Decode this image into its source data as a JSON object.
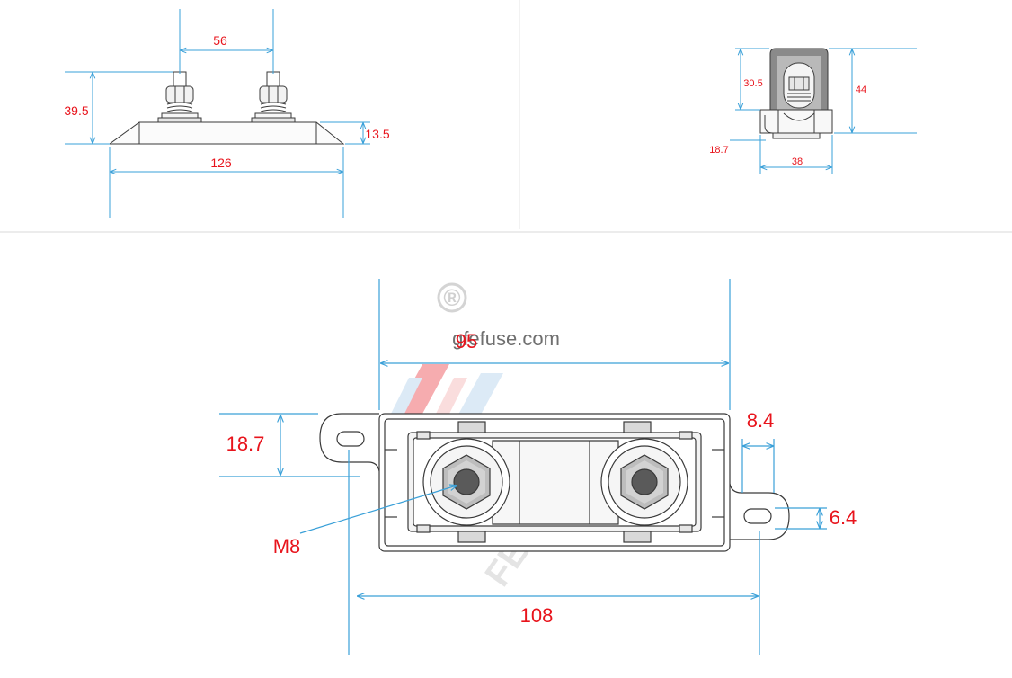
{
  "watermark": {
    "site": "gfefuse.com",
    "registered_mark": "®",
    "brand_letters": "FEF"
  },
  "side_view": {
    "bolt_spacing": "56",
    "total_height": "39.5",
    "base_height": "13.5",
    "length": "126"
  },
  "end_view": {
    "cover_height": "30.5",
    "total_height": "44",
    "base_height": "18.7",
    "width": "38"
  },
  "top_view": {
    "body_length": "95",
    "mount_hole_spacing_vertical": "18.7",
    "ear_width": "8.4",
    "slot_width": "6.4",
    "stud_thread": "M8",
    "overall_length": "108"
  },
  "colors": {
    "dimension_text": "#e8141c",
    "dimension_line": "#3aa0d8",
    "outline": "#3a3a3a",
    "watermark_text": "#6f6f6f"
  }
}
